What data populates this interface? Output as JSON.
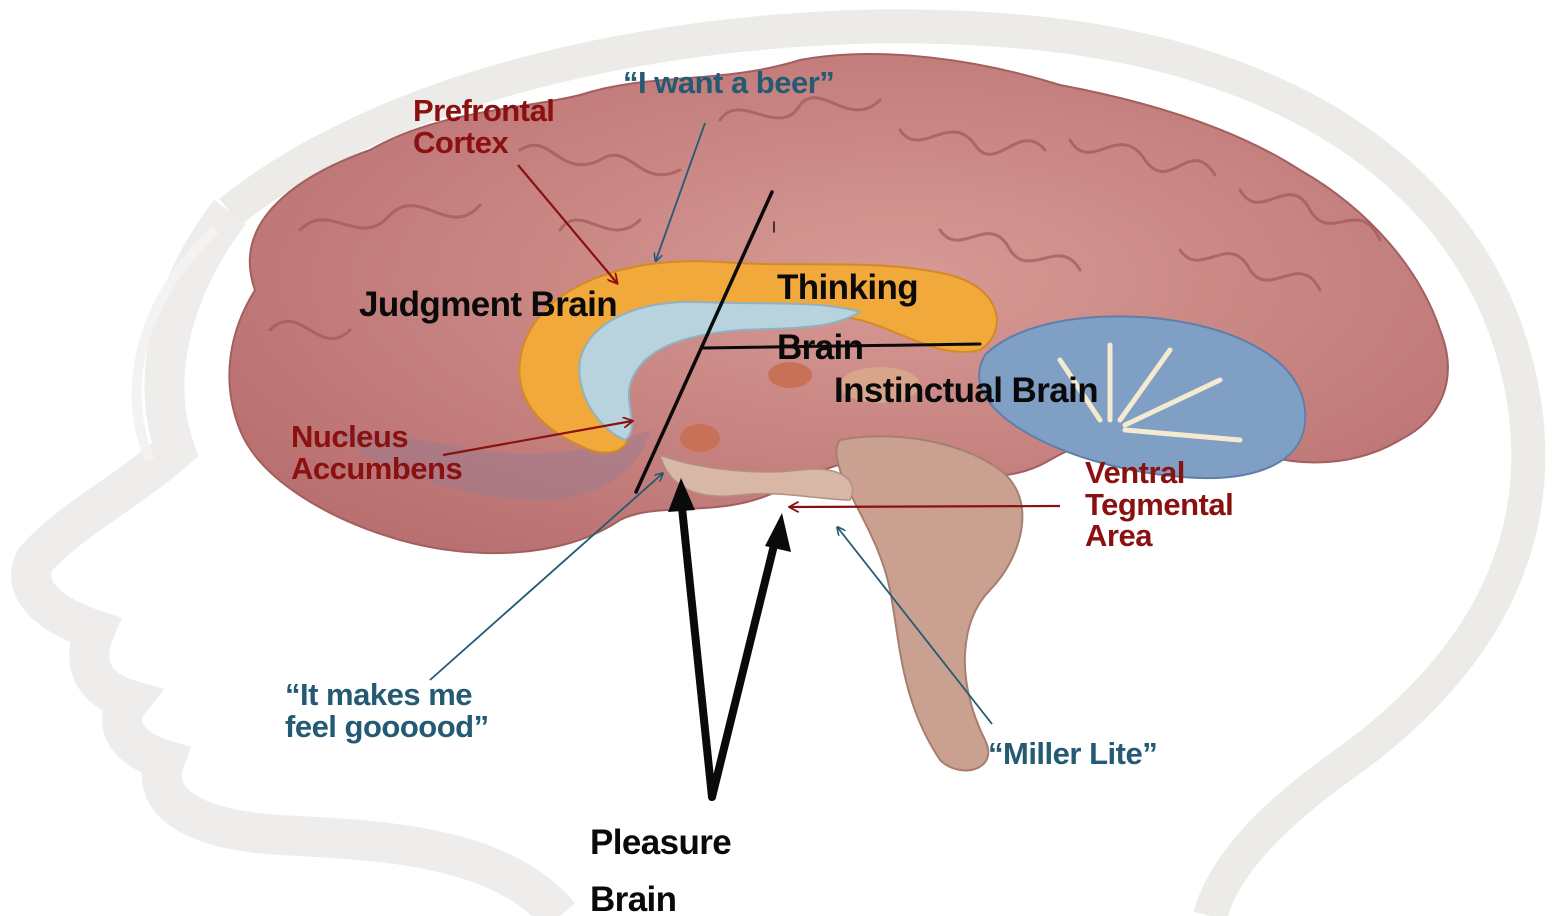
{
  "labels": {
    "prefrontal_line1": "Prefrontal",
    "prefrontal_line2": "Cortex",
    "want_beer": "“I want a beer”",
    "judgment_brain": "Judgment Brain",
    "thinking_line1": "Thinking",
    "thinking_line2": "Brain",
    "instinctual_brain": "Instinctual Brain",
    "nucleus_line1": "Nucleus",
    "nucleus_line2": "Accumbens",
    "vta_line1": "Ventral",
    "vta_line2": "Tegmental",
    "vta_line3": "Area",
    "feel_good_line1": "“It makes me",
    "feel_good_line2": "feel goooood”",
    "miller_lite": "“Miller Lite”",
    "pleasure_line1": "Pleasure",
    "pleasure_line2": "Brain"
  },
  "colors": {
    "region_label": "#8b1010",
    "quote_label": "#245a73",
    "brain_label": "#0a0a0a",
    "cerebrum": "#c98585",
    "limbic_ring": "#f2a93b",
    "ventricle": "#b9d3de",
    "cerebellum": "#7f9fc4",
    "brainstem": "#caa090",
    "head_outline": "#e9e6e1"
  }
}
